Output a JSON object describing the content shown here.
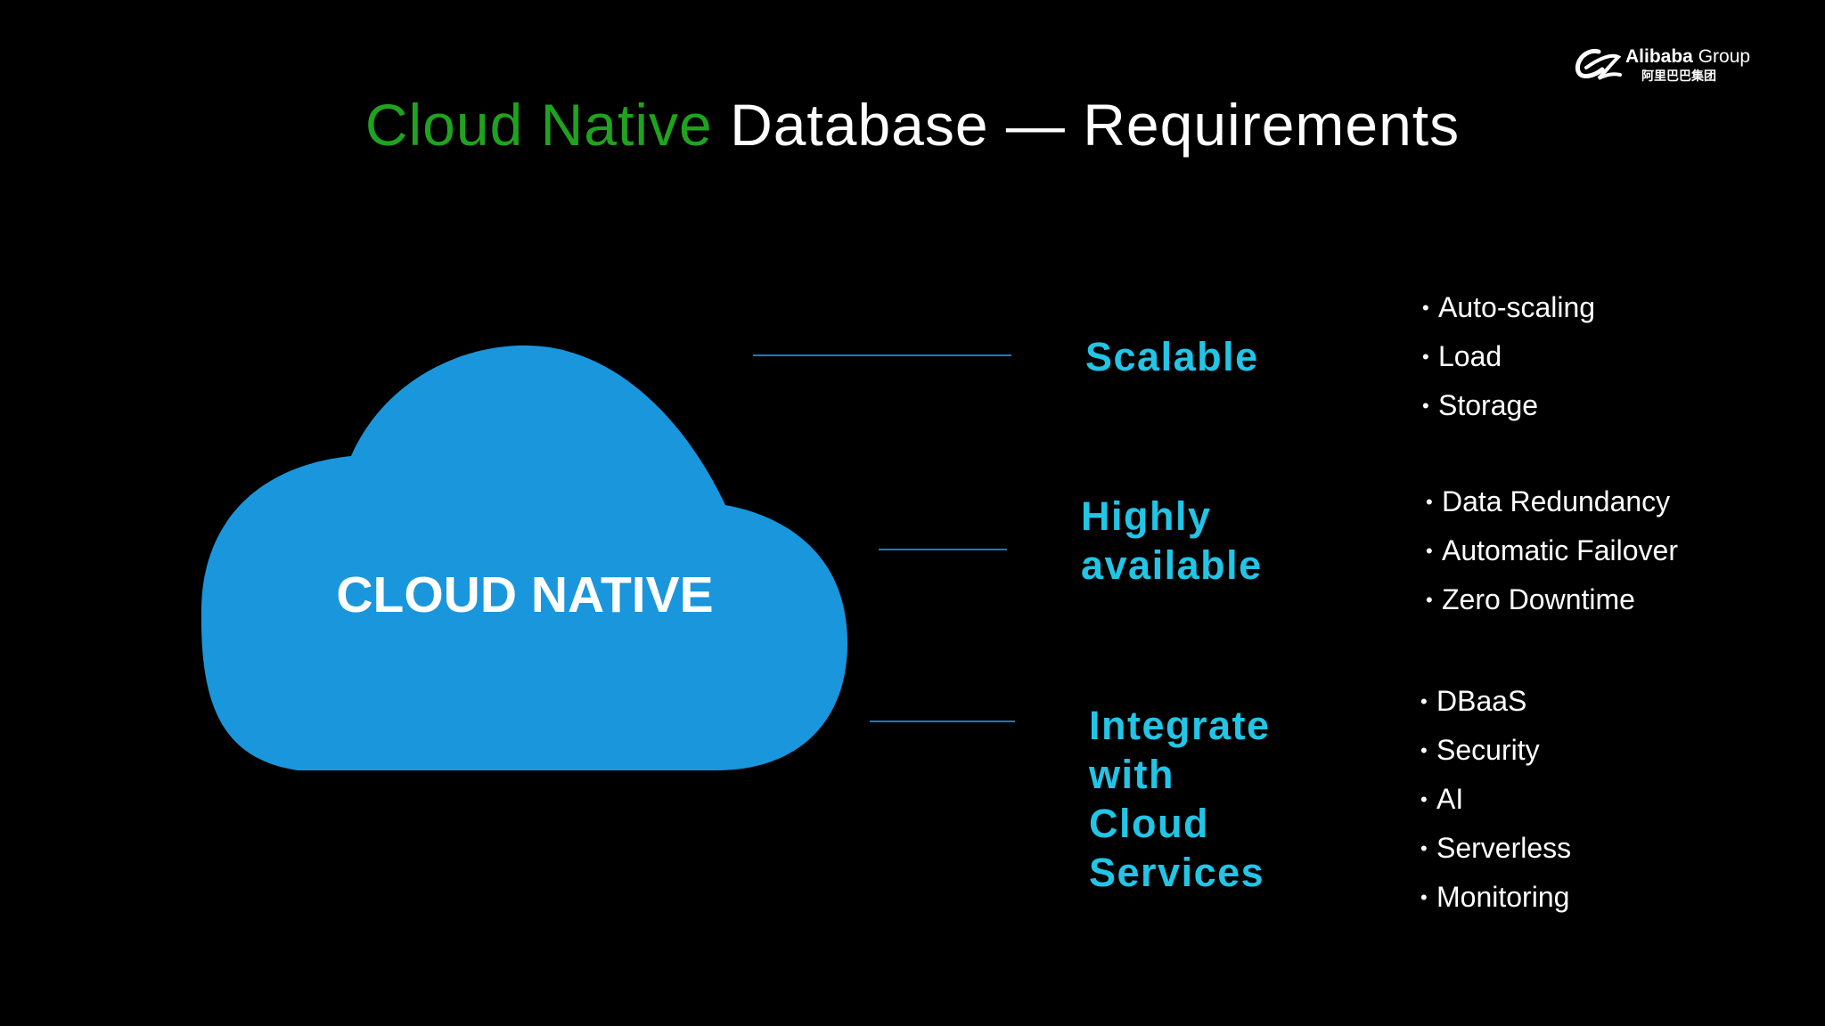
{
  "title": {
    "accent": "Cloud Native",
    "rest": "Database — Requirements"
  },
  "logo": {
    "name": "Alibaba",
    "group": "Group",
    "chinese": "阿里巴巴集团"
  },
  "cloud": {
    "label": "CLOUD NATIVE",
    "color": "#1a96dc"
  },
  "colors": {
    "title_accent": "#1fa31f",
    "category": "#22c5e6",
    "connector": "#1c79c0",
    "background": "#000000"
  },
  "requirements": [
    {
      "category_lines": [
        "Scalable"
      ],
      "bullets": [
        "Auto-scaling",
        "Load",
        "Storage"
      ]
    },
    {
      "category_lines": [
        "Highly",
        "available"
      ],
      "bullets": [
        "Data Redundancy",
        "Automatic Failover",
        "Zero Downtime"
      ]
    },
    {
      "category_lines": [
        "Integrate",
        "with",
        "Cloud",
        "Services"
      ],
      "bullets": [
        "DBaaS",
        "Security",
        "AI",
        "Serverless",
        "Monitoring"
      ]
    }
  ]
}
